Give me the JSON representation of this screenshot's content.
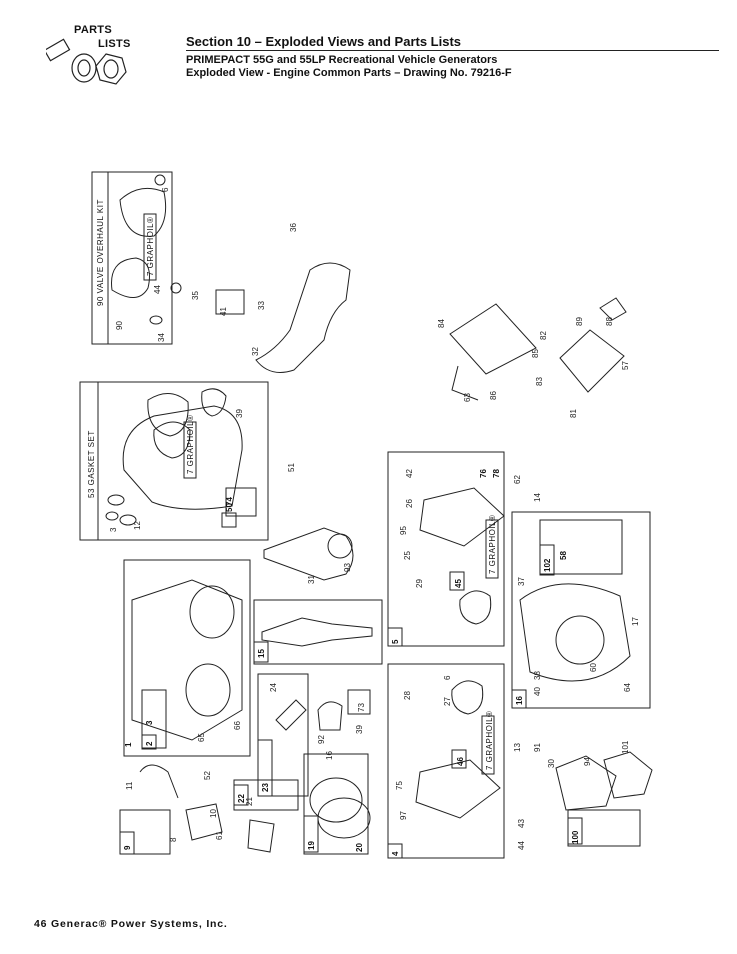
{
  "logo": {
    "line1": "PARTS",
    "line2": "LISTS"
  },
  "header": {
    "section": "Section 10 – Exploded Views and Parts Lists",
    "model": "PRIMEPACT 55G and 55LP Recreational Vehicle Generators",
    "drawing": "Exploded View - Engine Common Parts – Drawing No. 79216-F"
  },
  "kits": {
    "valve": "90 VALVE OVERHAUL KIT",
    "gasket": "53 GASKET SET",
    "graphoil": "7 GRAPHOIL®"
  },
  "boxes": [
    "1",
    "2",
    "3",
    "9",
    "15",
    "16",
    "19",
    "20",
    "22",
    "23",
    "4",
    "5",
    "45",
    "46",
    "50",
    "74",
    "76",
    "78",
    "100",
    "102",
    "58"
  ],
  "labels": [
    "36",
    "35",
    "41",
    "33",
    "32",
    "34",
    "90",
    "44",
    "6",
    "8",
    "39",
    "12",
    "17",
    "3",
    "51",
    "31",
    "93",
    "65",
    "66",
    "11",
    "52",
    "8",
    "61",
    "10",
    "21",
    "24",
    "92",
    "16",
    "73",
    "39",
    "28",
    "27",
    "25",
    "6",
    "29",
    "97",
    "42",
    "95",
    "75",
    "26",
    "13",
    "91",
    "14",
    "62",
    "94",
    "101",
    "30",
    "37",
    "40",
    "38",
    "60",
    "64",
    "43",
    "44",
    "57",
    "63",
    "81",
    "84",
    "86",
    "88",
    "89",
    "83",
    "85",
    "82"
  ],
  "footer": "46  Generac® Power Systems, Inc."
}
